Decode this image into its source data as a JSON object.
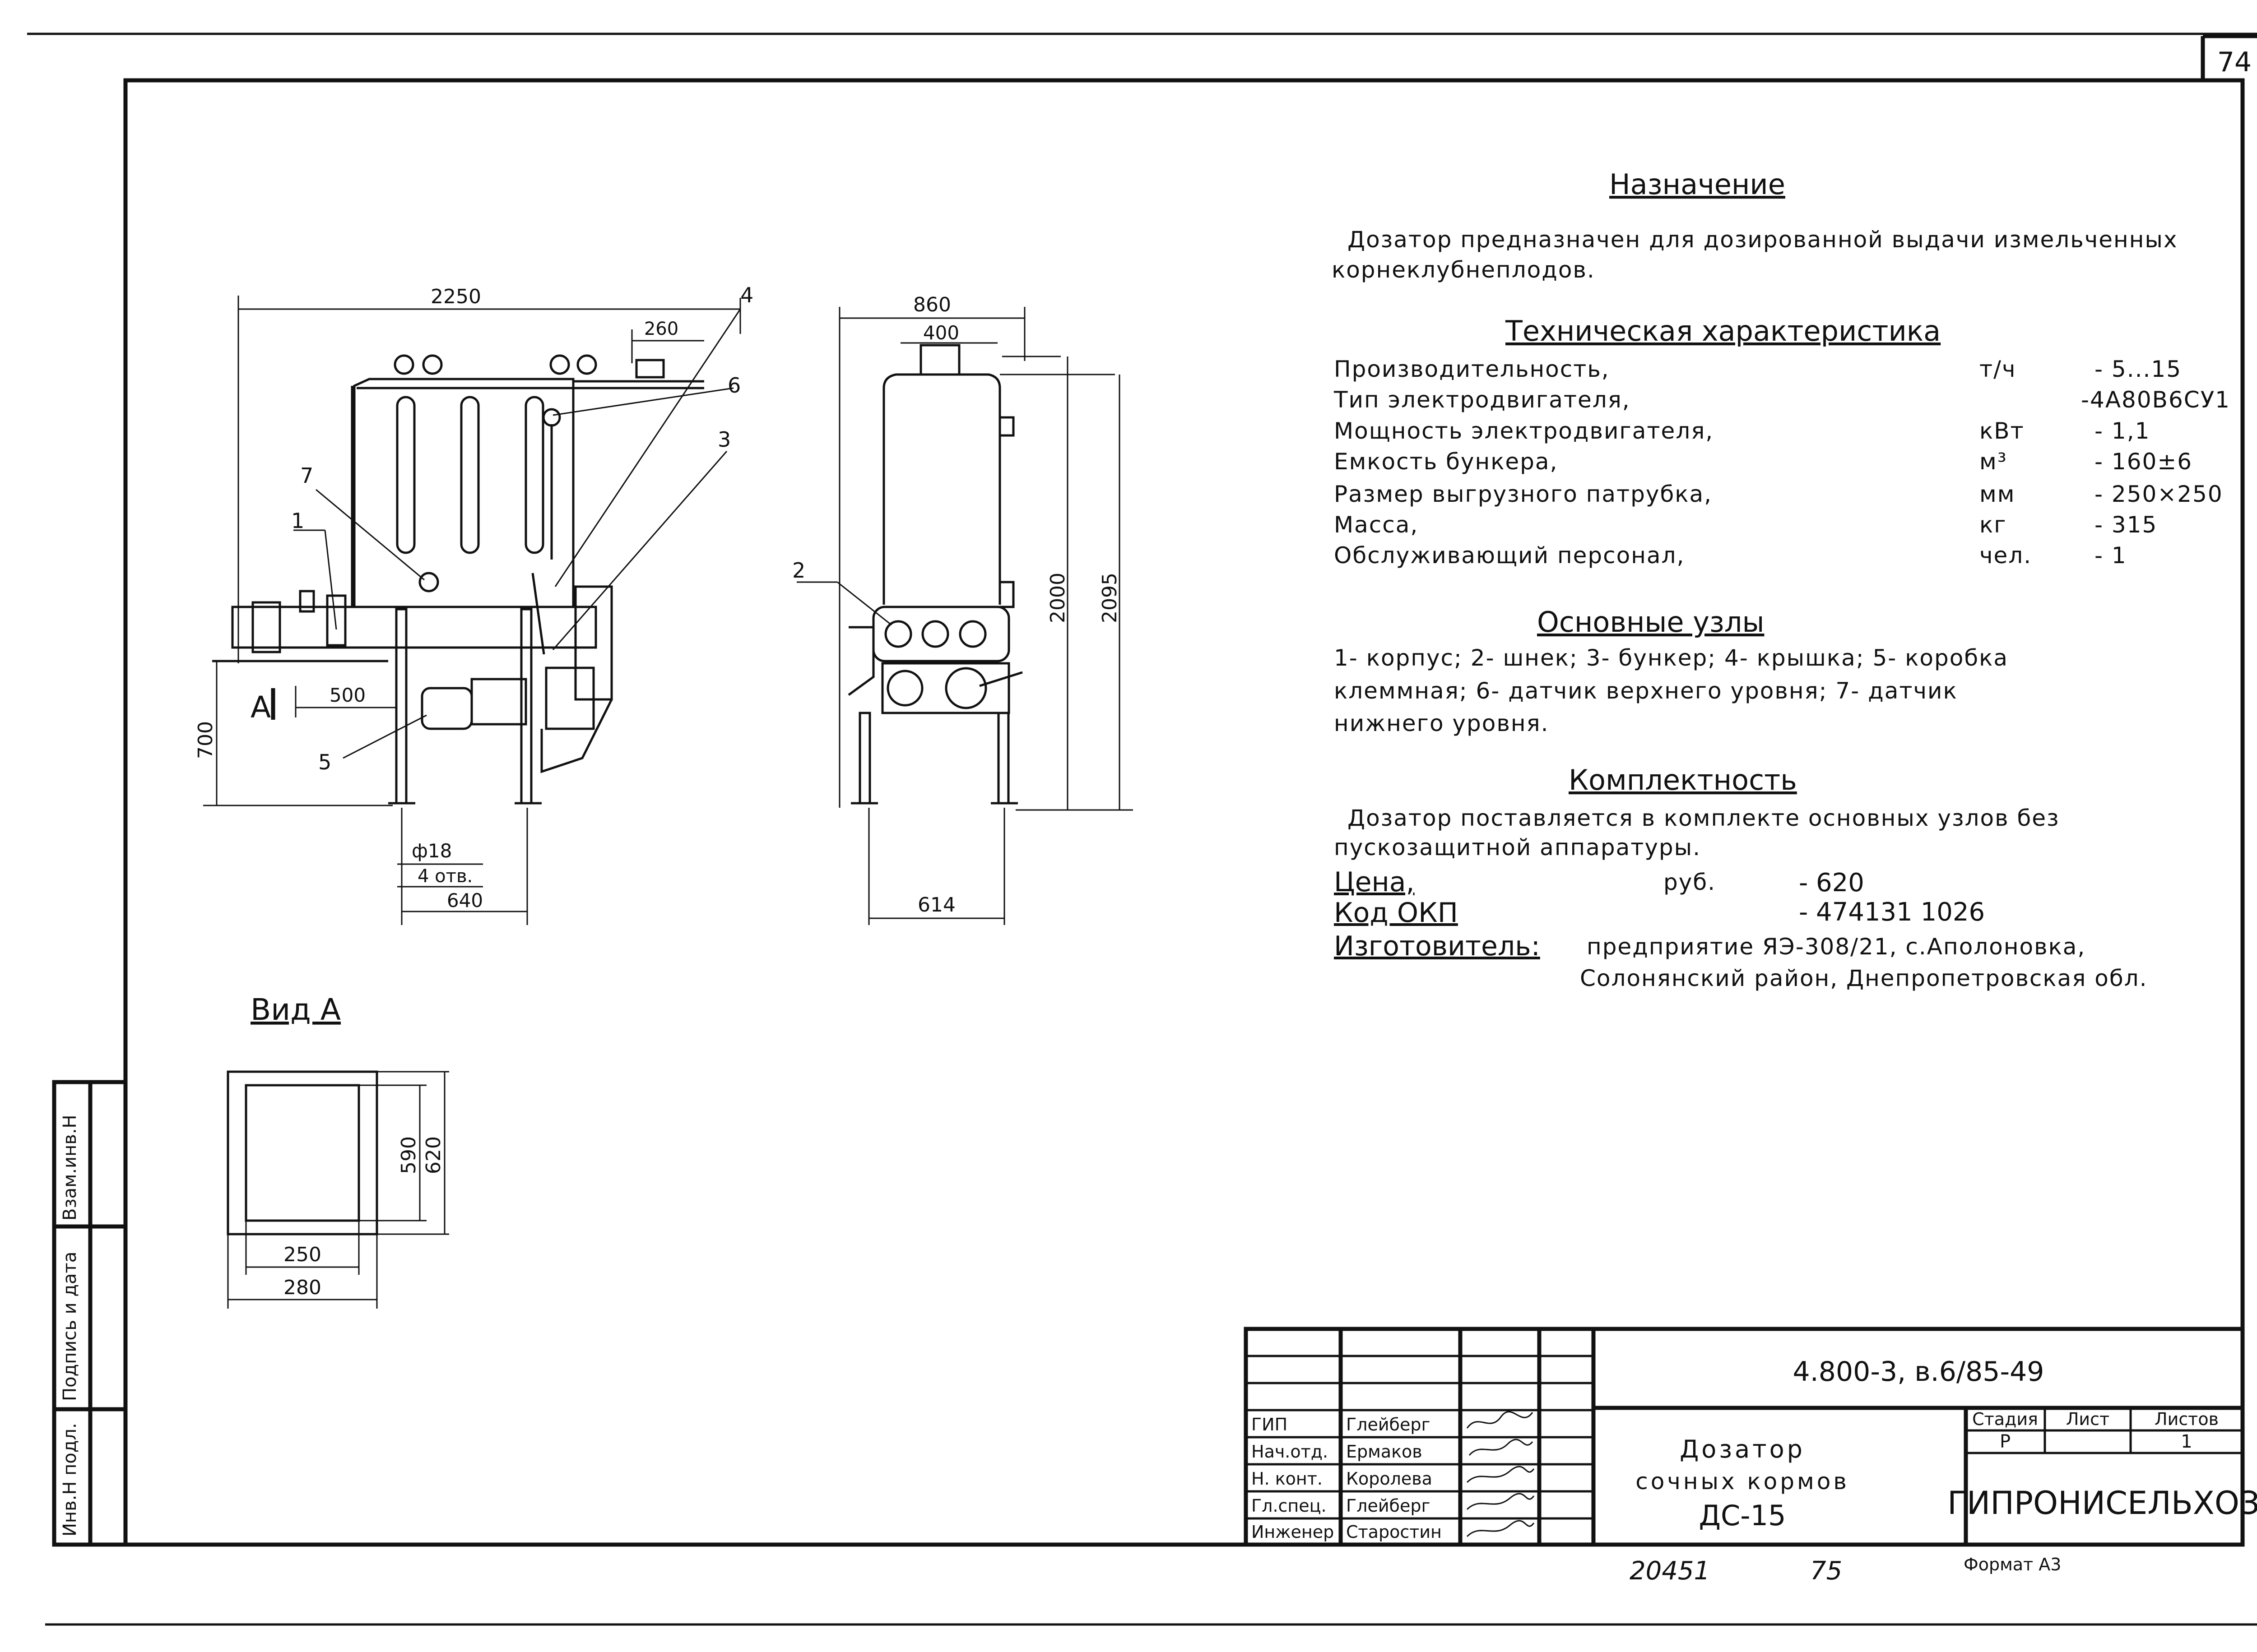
{
  "sheet": {
    "page_number": "74",
    "bottom_stamp_left": "20451",
    "bottom_stamp_right": "75",
    "format_label": "Формат А3"
  },
  "side_strip": {
    "inv_podl": "Инв.Н подл.",
    "podpis_data": "Подпись и дата",
    "vzam_inv": "Взам.инв.Н"
  },
  "drawing_front": {
    "dims": {
      "overall_width": "2250",
      "lid_width": "260",
      "offset": "500",
      "height": "700",
      "hole_diam": "ф18",
      "holes": "4 отв.",
      "base_width": "640"
    },
    "section_label": "А",
    "callouts": [
      "1",
      "3",
      "4",
      "5",
      "6",
      "7"
    ]
  },
  "drawing_side": {
    "dims": {
      "overall_width": "860",
      "top_width": "400",
      "height_body": "2000",
      "height_total": "2095",
      "base_width": "614"
    },
    "callouts": [
      "2"
    ]
  },
  "view_a": {
    "title": "Вид А",
    "dims": {
      "inner_h": "590",
      "outer_h": "620",
      "inner_w": "250",
      "outer_w": "280"
    }
  },
  "purpose": {
    "title": "Назначение",
    "lines": [
      "Дозатор предназначен для дозированной выдачи измельченных",
      "корнеклубнеплодов."
    ]
  },
  "specs": {
    "title": "Техническая характеристика",
    "rows": [
      {
        "name": "Производительность,",
        "unit": "т/ч",
        "value": "- 5...15"
      },
      {
        "name": "Тип электродвигателя,",
        "unit": "",
        "value": "-4А80В6СУ1"
      },
      {
        "name": "Мощность электродвигателя,",
        "unit": "кВт",
        "value": "- 1,1"
      },
      {
        "name": "Емкость бункера,",
        "unit": "м³",
        "value": "- 160±6"
      },
      {
        "name": "Размер выгрузного патрубка,",
        "unit": "мм",
        "value": "- 250×250"
      },
      {
        "name": "Масса,",
        "unit": "кг",
        "value": "- 315"
      },
      {
        "name": "Обслуживающий персонал,",
        "unit": "чел.",
        "value": "- 1"
      }
    ]
  },
  "units": {
    "title": "Основные узлы",
    "lines": [
      "1- корпус; 2- шнек; 3- бункер; 4- крышка; 5- коробка",
      "клеммная; 6- датчик верхнего уровня; 7- датчик",
      "нижнего уровня."
    ]
  },
  "completeness": {
    "title": "Комплектность",
    "lines": [
      "Дозатор поставляется в комплекте основных узлов без",
      "пускозащитной аппаратуры."
    ],
    "price_label": "Цена,",
    "price_unit": "руб.",
    "price_value": "- 620",
    "okp_label": "Код ОКП",
    "okp_value": "- 474131 1026",
    "maker_label": "Изготовитель:",
    "maker_lines": [
      "предприятие ЯЭ-308/21, с.Аполоновка,",
      "Солонянский район, Днепропетровская обл."
    ]
  },
  "title_block": {
    "doc_code": "4.800-3, в.6/85-49",
    "name_lines": [
      "Дозатор",
      "сочных кормов",
      "ДС-15"
    ],
    "stage_header": "Стадия",
    "sheet_header": "Лист",
    "sheets_header": "Листов",
    "stage_value": "Р",
    "sheet_value": "",
    "sheets_value": "1",
    "org": "ГИПРОНИСЕЛЬХОЗ",
    "staff": [
      {
        "role": "ГИП",
        "name": "Глейберг"
      },
      {
        "role": "Нач.отд.",
        "name": "Ермаков"
      },
      {
        "role": "Н. конт.",
        "name": "Королева"
      },
      {
        "role": "Гл.спец.",
        "name": "Глейберг"
      },
      {
        "role": "Инженер",
        "name": "Старостин"
      }
    ]
  }
}
